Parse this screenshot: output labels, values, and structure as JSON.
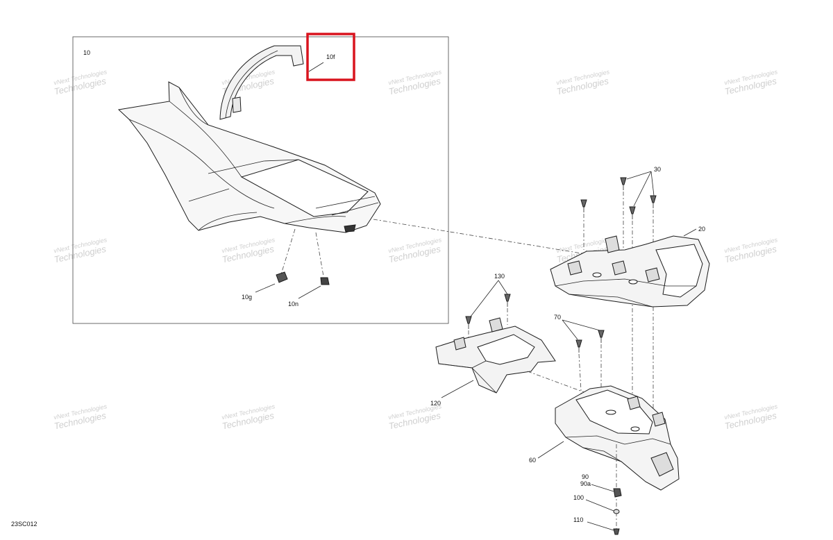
{
  "diagram": {
    "code": "23SC012",
    "highlight_color": "#d9141e",
    "watermark": [
      "vNext Technologies",
      "Technologies"
    ],
    "labels": {
      "l10": "10",
      "l10f": "10f",
      "l10g": "10g",
      "l10n": "10n",
      "l20": "20",
      "l30": "30",
      "l60": "60",
      "l70": "70",
      "l90": "90",
      "l90a": "90a",
      "l100": "100",
      "l110": "110",
      "l120": "120",
      "l130": "130"
    }
  }
}
